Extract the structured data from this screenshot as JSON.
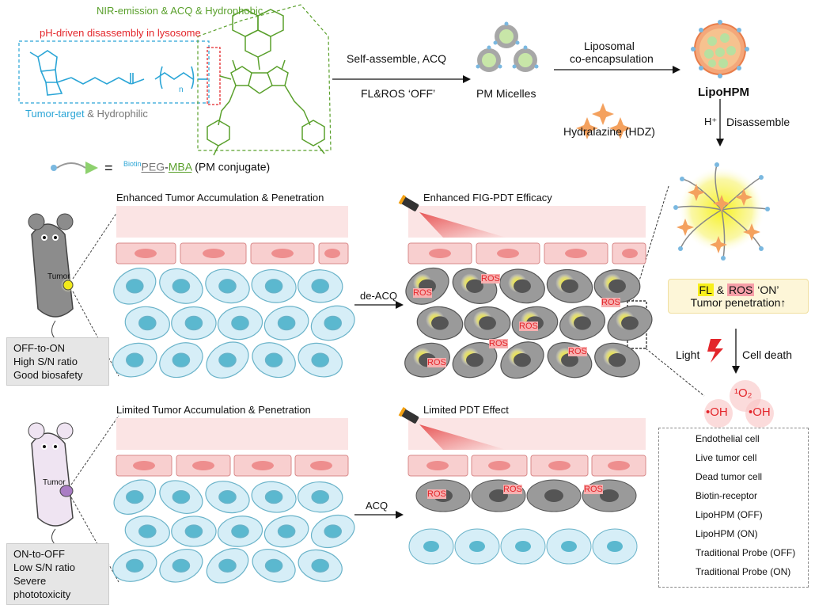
{
  "top": {
    "nir_label": "NIR-emission & ACQ & Hydrophobic",
    "ph_label": "pH-driven disassembly in lysosome",
    "tumor_target": "Tumor-target",
    "hydrophilic": " & Hydrophilic",
    "self_assemble": "Self-assemble, ACQ",
    "fl_ros_off": "FL&ROS ‘OFF’",
    "pm_micelles": "PM Micelles",
    "liposomal": "Liposomal",
    "co_encapsulation": "co-encapsulation",
    "lipohpm": "LipoHPM",
    "hydralazine": "Hydralazine (HDZ)",
    "h_plus": "H⁺",
    "disassemble": "Disassemble",
    "conjugate_eq": "=",
    "biotin_sup": "Biotin",
    "peg": "PEG",
    "dash": "-",
    "mba": "MBA",
    "conjugate_label": " (PM conjugate)",
    "chem_n": "n"
  },
  "panels": {
    "upper_left_title": "Enhanced Tumor Accumulation & Penetration",
    "upper_right_title": "Enhanced FIG-PDT Efficacy",
    "lower_left_title": "Limited Tumor Accumulation & Penetration",
    "lower_right_title": "Limited PDT Effect",
    "de_acq": "de-ACQ",
    "acq": "ACQ",
    "ros": "ROS"
  },
  "mouse": {
    "tumor": "Tumor",
    "upper_lines": [
      "OFF-to-ON",
      "High S/N ratio",
      "Good biosafety"
    ],
    "lower_lines": [
      "ON-to-OFF",
      "Low S/N ratio",
      "Severe phototoxicity"
    ]
  },
  "right": {
    "fl": "FL",
    "amp": " & ",
    "ros": "ROS",
    "on": " ‘ON’",
    "penetration": "Tumor penetration↑",
    "light": "Light",
    "cell_death": "Cell death",
    "singlet_o2": "¹O₂",
    "oh1": "•OH",
    "oh2": "•OH"
  },
  "legend": [
    {
      "label": "Endothelial cell",
      "icon": "endothelial-cell-icon"
    },
    {
      "label": "Live tumor cell",
      "icon": "live-tumor-cell-icon"
    },
    {
      "label": "Dead tumor cell",
      "icon": "dead-tumor-cell-icon"
    },
    {
      "label": "Biotin-receptor",
      "icon": "biotin-receptor-icon"
    },
    {
      "label": "LipoHPM (OFF)",
      "icon": "lipohpm-off-icon"
    },
    {
      "label": "LipoHPM (ON)",
      "icon": "lipohpm-on-icon"
    },
    {
      "label": "Traditional Probe (OFF)",
      "icon": "probe-off-icon"
    },
    {
      "label": "Traditional Probe (ON)",
      "icon": "probe-on-icon"
    }
  ],
  "colors": {
    "green": "#5aa02c",
    "red": "#e3262b",
    "blue": "#2aa5d6",
    "vessel": "#f8d7d7",
    "endothelial": "#f5b7b7",
    "live_cell": "#d6eef7",
    "nucleus": "#5bb8cf",
    "dead_cell": "#9a9a9a",
    "fluor": "#f2ea1a"
  }
}
